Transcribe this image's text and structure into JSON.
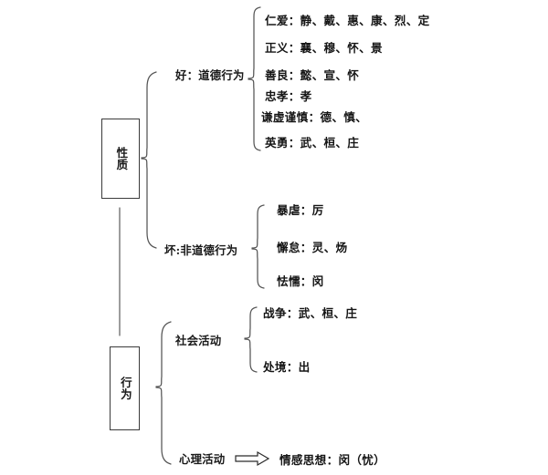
{
  "diagram": {
    "title_nodes": [
      {
        "id": "xingzhi",
        "label": "性质"
      },
      {
        "id": "xingwei",
        "label": "行为"
      }
    ],
    "branches": [
      {
        "id": "hao",
        "label": "好：道德行为",
        "leaves": [
          "仁爱：静、戴、惠、康、烈、定",
          "正义：襄、穆、怀、景",
          "善良：懿、宣、怀",
          "忠孝：孝",
          "谦虚谨慎：德、慎、",
          "英勇：武、桓、庄"
        ]
      },
      {
        "id": "huai",
        "label": "坏:非道德行为",
        "leaves": [
          "暴虐：厉",
          "懈怠：灵、炀",
          "怯懦：闵"
        ]
      },
      {
        "id": "shehui",
        "label": "社会活动",
        "leaves": [
          "战争：武、桓、庄",
          "处境：出"
        ]
      },
      {
        "id": "xinli",
        "label": "心理活动",
        "arrow": "⟹",
        "leaves": [
          "情感思想：闵（忧）"
        ]
      }
    ]
  },
  "colors": {
    "stroke": "#3a3a3a",
    "text": "#1a1a1a",
    "background": "#ffffff"
  }
}
